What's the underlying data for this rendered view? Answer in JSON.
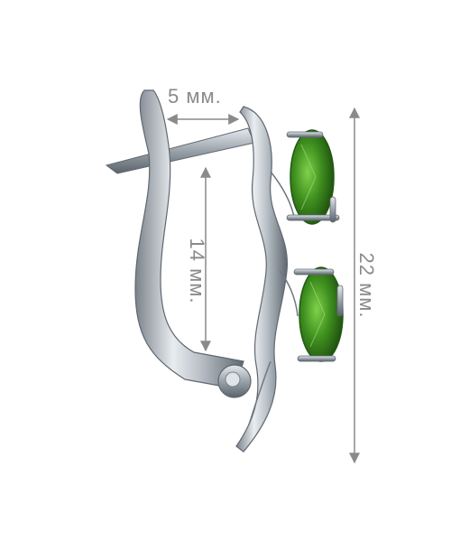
{
  "image": {
    "subject": "silver-earring-with-green-gems",
    "colors": {
      "background": "#ffffff",
      "metal": "#c9ced3",
      "metal_dark": "#6f7780",
      "gem": "#3f8f1f",
      "gem_dark": "#1f5a10",
      "dimension_line": "#8a8a8a"
    }
  },
  "dimensions": {
    "width_label": "5 мм.",
    "inner_height_label": "14 мм.",
    "total_height_label": "22 мм."
  }
}
